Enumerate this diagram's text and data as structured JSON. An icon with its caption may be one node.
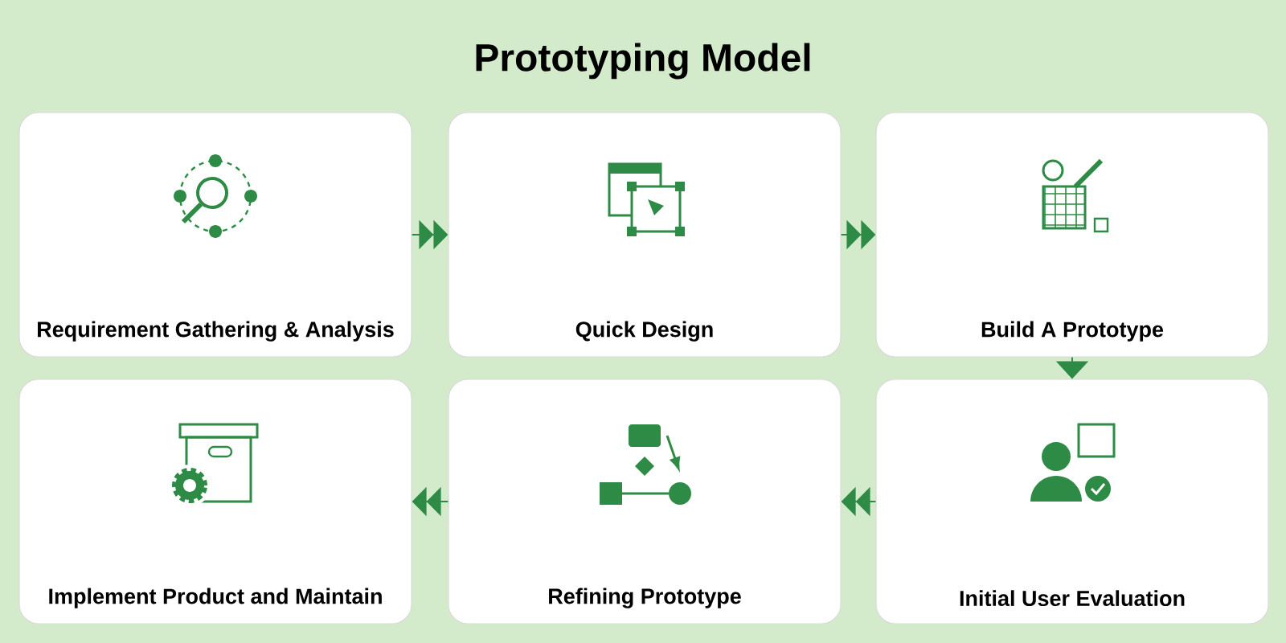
{
  "diagram": {
    "title": "Prototyping Model",
    "nodes": [
      {
        "text": [
          "Requirement Gathering & Analysis"
        ]
      },
      {
        "text": [
          "Quick Design"
        ]
      },
      {
        "text": [
          "Build A Prototype"
        ]
      },
      {
        "text": [
          "Initial User Evaluation"
        ]
      },
      {
        "text": [
          "Refining Prototype"
        ]
      },
      {
        "text": [
          "Implement Product and Maintain"
        ]
      }
    ],
    "edges": [
      {
        "from": 0,
        "to": 1,
        "arrow": "to"
      },
      {
        "from": 1,
        "to": 2,
        "arrow": "to"
      },
      {
        "from": 2,
        "to": 3,
        "arrow": "to"
      },
      {
        "from": 3,
        "to": 4,
        "arrow": "to"
      },
      {
        "from": 4,
        "to": 5,
        "arrow": "to"
      }
    ]
  }
}
